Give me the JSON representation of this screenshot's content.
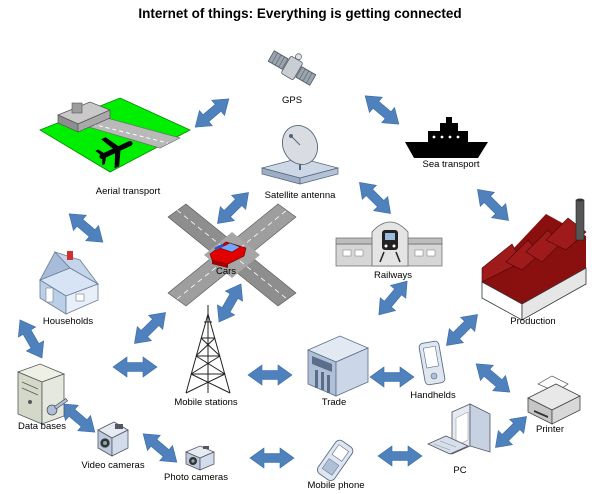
{
  "title": "Internet of things: Everything is getting connected",
  "arrow_color": "#4f81bd",
  "nodes": {
    "gps": {
      "label": "GPS",
      "icon": "satellite-icon"
    },
    "sea": {
      "label": "Sea transport",
      "icon": "ship-icon"
    },
    "aerial": {
      "label": "Aerial transport",
      "icon": "airport-icon"
    },
    "antenna": {
      "label": "Satellite antenna",
      "icon": "satellite-dish-icon"
    },
    "cars": {
      "label": "Cars",
      "icon": "car-icon"
    },
    "railways": {
      "label": "Railways",
      "icon": "train-station-icon"
    },
    "production": {
      "label": "Production",
      "icon": "factory-icon"
    },
    "households": {
      "label": "Households",
      "icon": "house-icon"
    },
    "mobile_stations": {
      "label": "Mobile stations",
      "icon": "cell-tower-icon"
    },
    "trade": {
      "label": "Trade",
      "icon": "store-icon"
    },
    "handhelds": {
      "label": "Handhelds",
      "icon": "pda-icon"
    },
    "databases": {
      "label": "Data bases",
      "icon": "server-icon"
    },
    "printer": {
      "label": "Printer",
      "icon": "printer-icon"
    },
    "video": {
      "label": "Video cameras",
      "icon": "video-camera-icon"
    },
    "photo": {
      "label": "Photo cameras",
      "icon": "photo-camera-icon"
    },
    "phone": {
      "label": "Mobile phone",
      "icon": "mobile-phone-icon"
    },
    "pc": {
      "label": "PC",
      "icon": "computer-icon"
    }
  }
}
